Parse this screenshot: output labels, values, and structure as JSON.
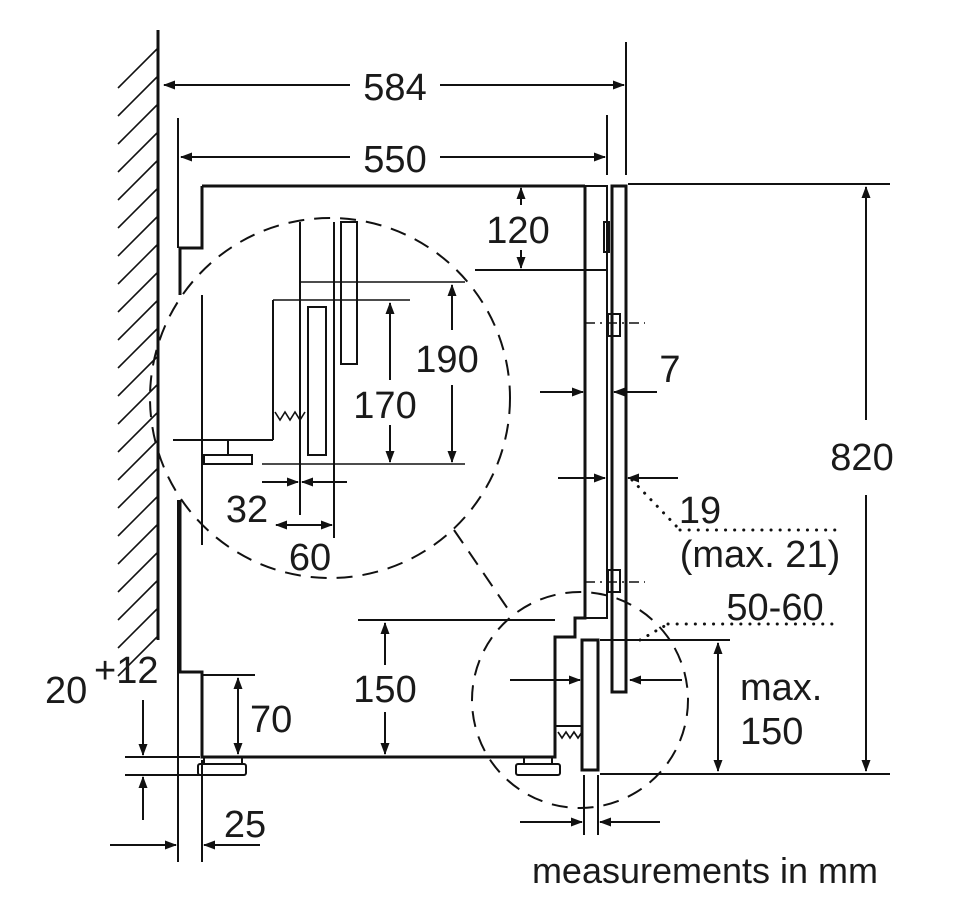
{
  "labels": {
    "d584": "584",
    "d550": "550",
    "d120": "120",
    "d190": "190",
    "d170": "170",
    "d7": "7",
    "d820": "820",
    "d32": "32",
    "d60": "60",
    "d19": "19",
    "dmax21": "(max. 21)",
    "d50_60": "50-60",
    "d20": "20",
    "d12": "+12",
    "d70": "70",
    "d150": "150",
    "dmax": "max.",
    "dmax150": "150",
    "d25": "25"
  },
  "caption": "measurements in mm",
  "colors": {
    "line": "#111111",
    "background": "#ffffff"
  }
}
